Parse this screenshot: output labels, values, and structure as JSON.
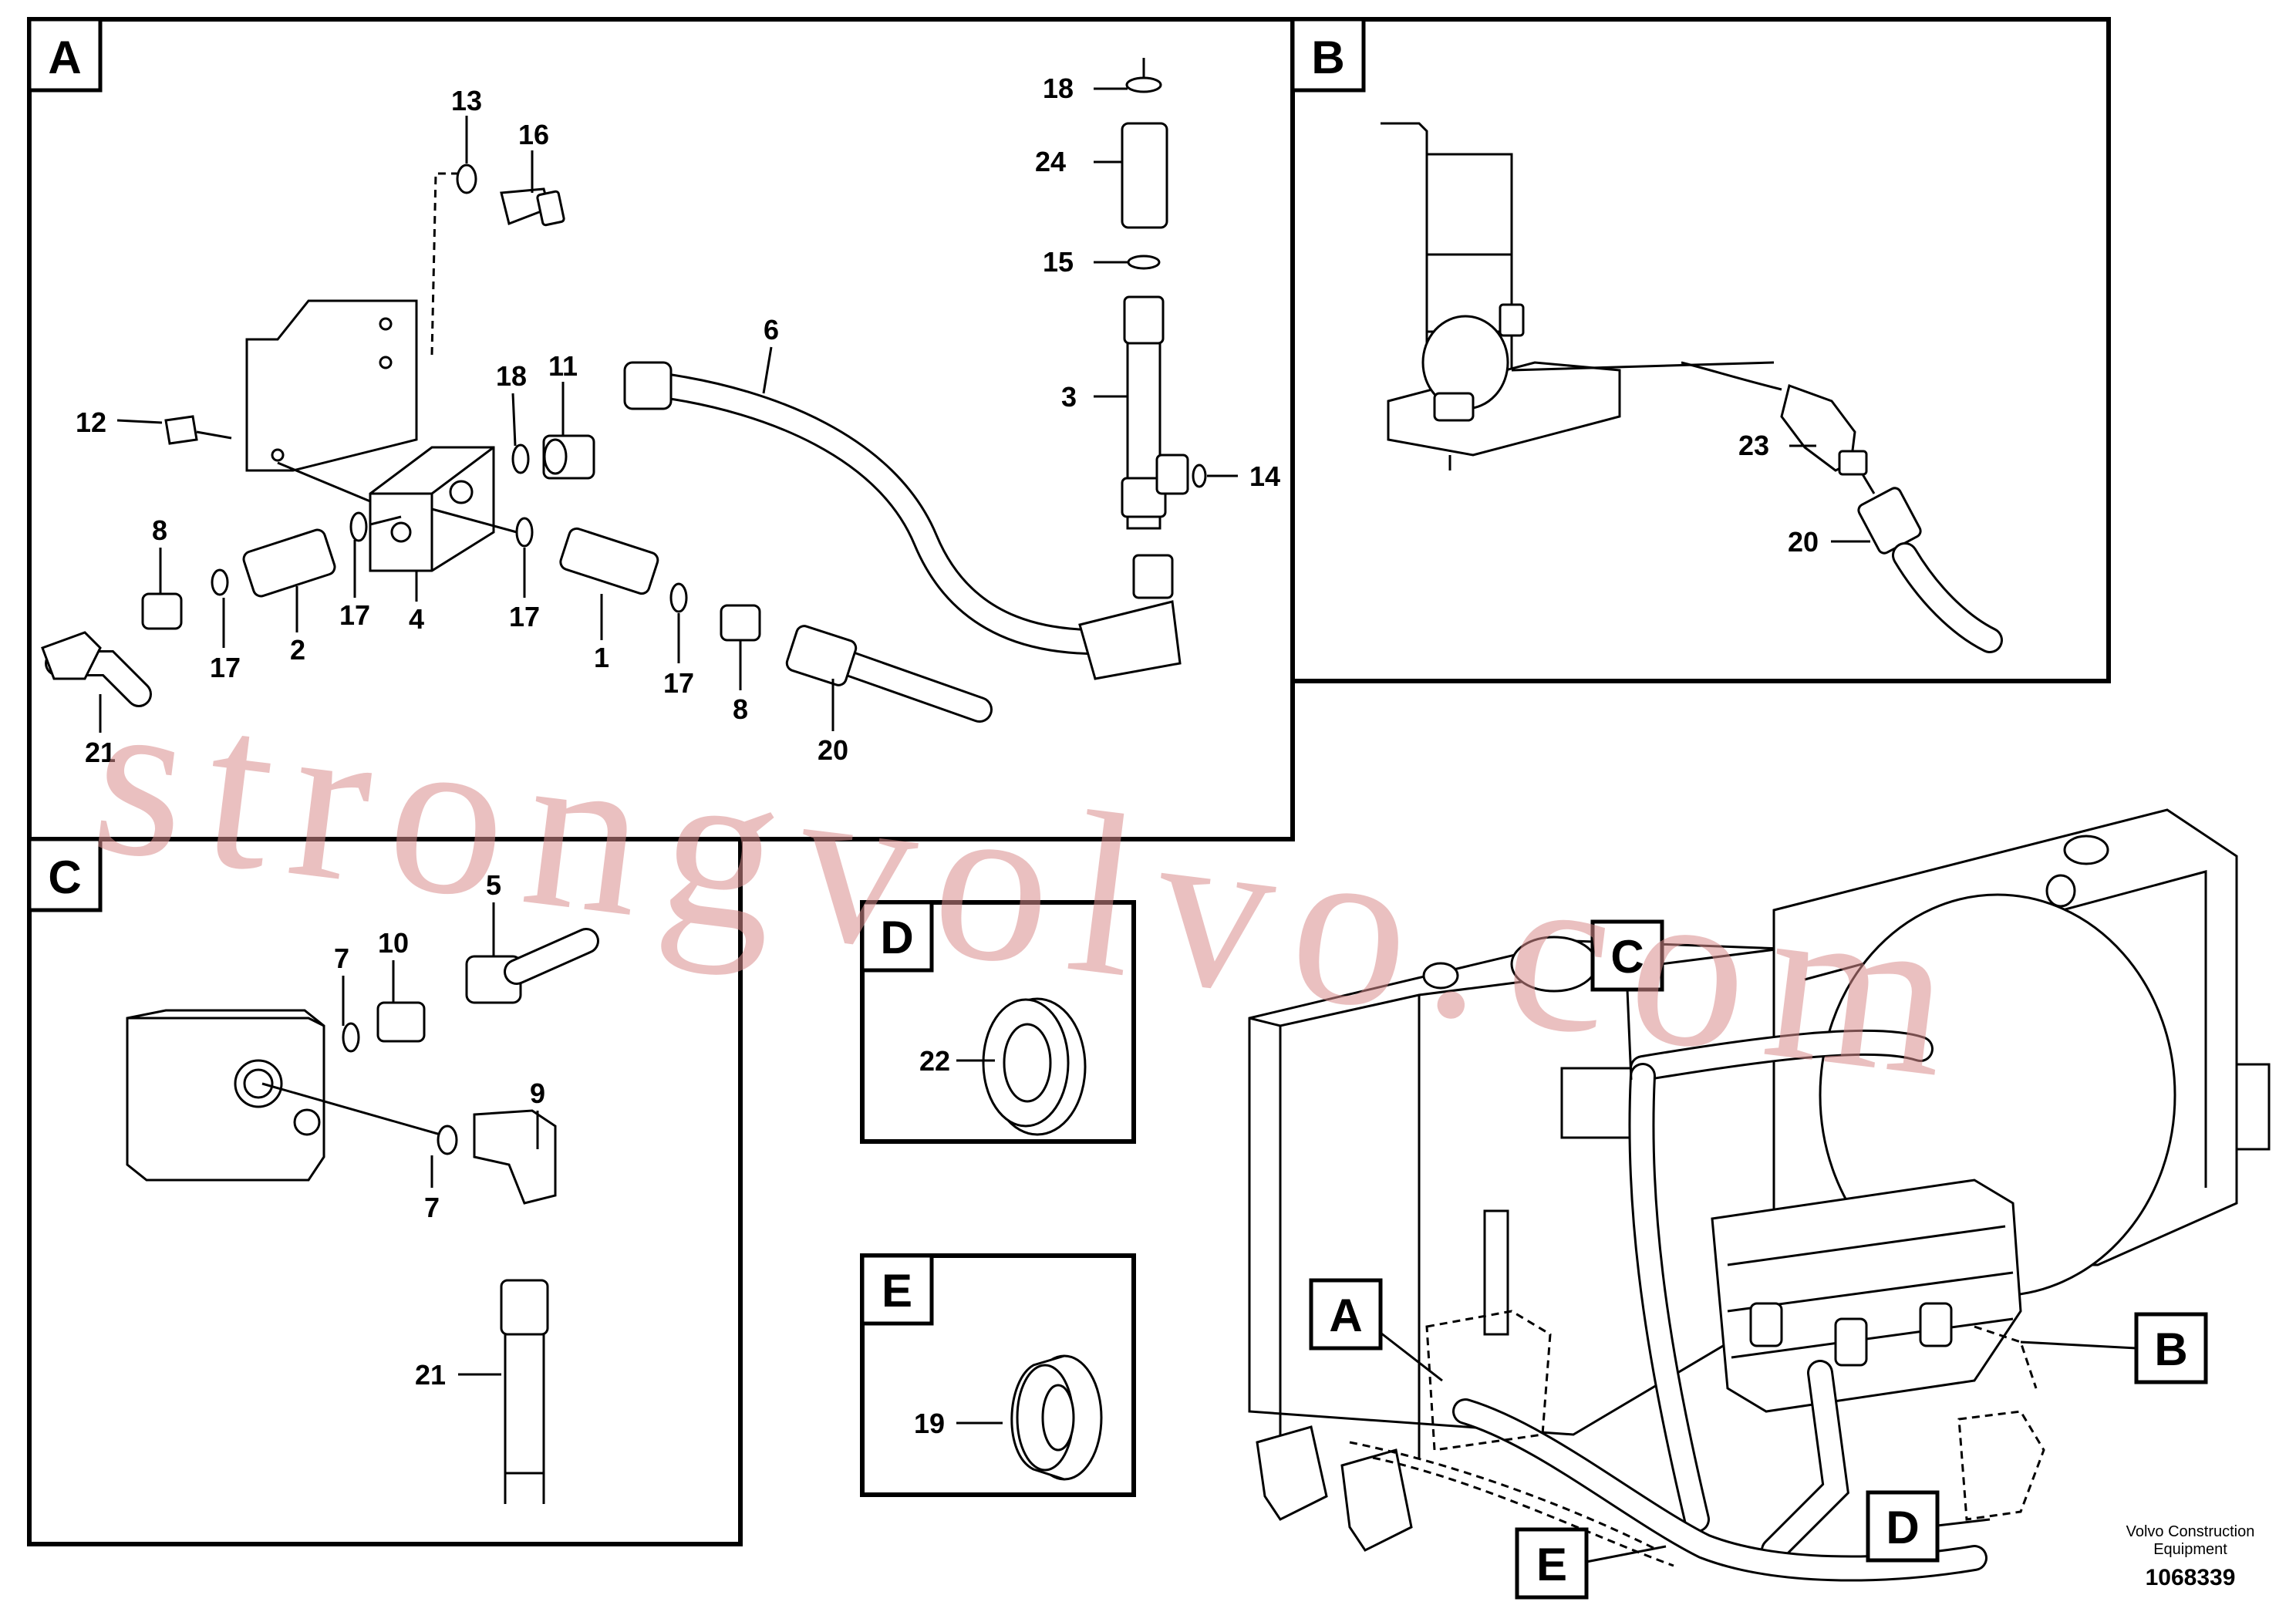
{
  "panels": {
    "A": {
      "label": "A",
      "callouts": [
        "13",
        "16",
        "6",
        "18",
        "11",
        "12",
        "4",
        "8",
        "17",
        "2",
        "17",
        "1",
        "17",
        "8",
        "21",
        "20",
        "18",
        "24",
        "15",
        "3",
        "14",
        "17"
      ]
    },
    "B": {
      "label": "B",
      "callouts": [
        "23",
        "20"
      ]
    },
    "C": {
      "label": "C",
      "callouts": [
        "5",
        "7",
        "10",
        "9",
        "7",
        "21"
      ]
    },
    "D": {
      "label": "D",
      "callouts": [
        "22"
      ]
    },
    "E": {
      "label": "E",
      "callouts": [
        "19"
      ]
    }
  },
  "overview": {
    "tags": [
      "A",
      "B",
      "C",
      "D",
      "E"
    ]
  },
  "footer": {
    "brand": [
      "Volvo Construction",
      "Equipment"
    ],
    "figure_number": "1068339"
  },
  "watermark": "strongvolvo.com"
}
